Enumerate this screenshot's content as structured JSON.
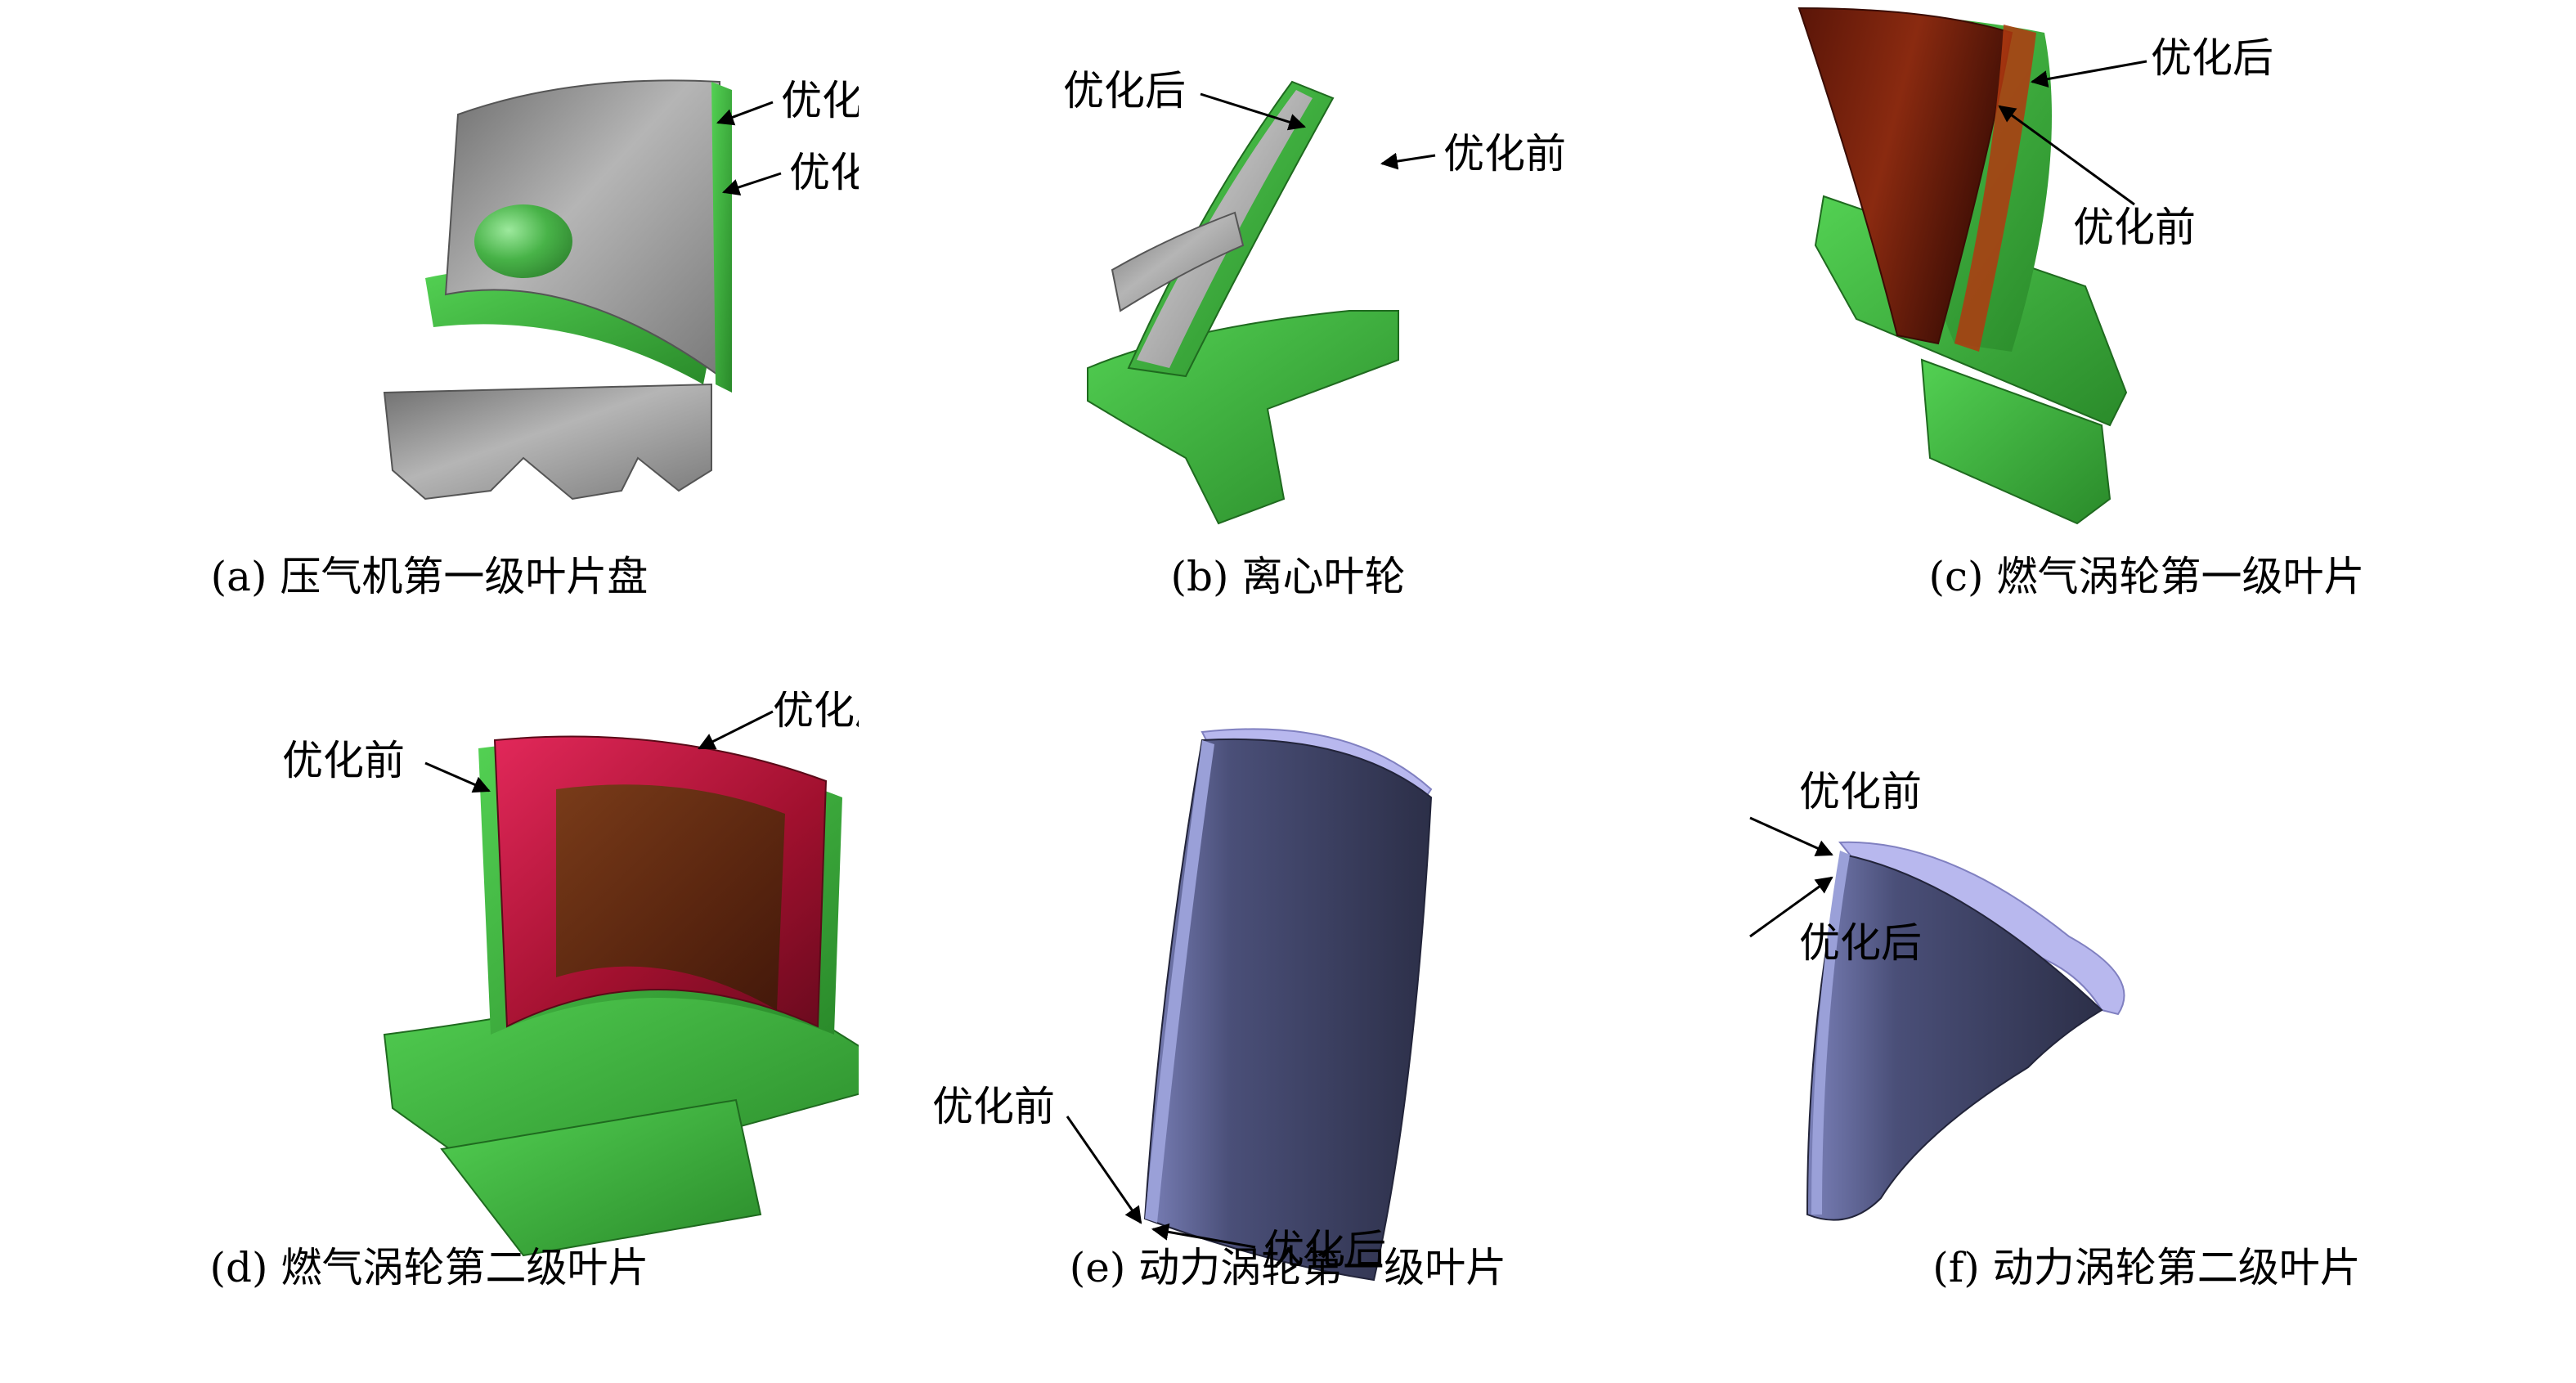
{
  "labels": {
    "before": "优化前",
    "after": "优化后"
  },
  "panels": [
    {
      "caption": "(a) 压气机第一级叶片盘"
    },
    {
      "caption": "(b) 离心叶轮"
    },
    {
      "caption": "(c) 燃气涡轮第一级叶片"
    },
    {
      "caption": "(d) 燃气涡轮第二级叶片"
    },
    {
      "caption": "(e) 动力涡轮第一级叶片"
    },
    {
      "caption": "(f) 动力涡轮第二级叶片"
    }
  ],
  "colors": {
    "green": "#3cb33c",
    "green_dark": "#2a8a2a",
    "gray": "#8c8c8c",
    "rust": "#8a2a10",
    "crimson": "#c0163a",
    "steel": "#3c4060",
    "lavender": "#b8b8ee"
  }
}
